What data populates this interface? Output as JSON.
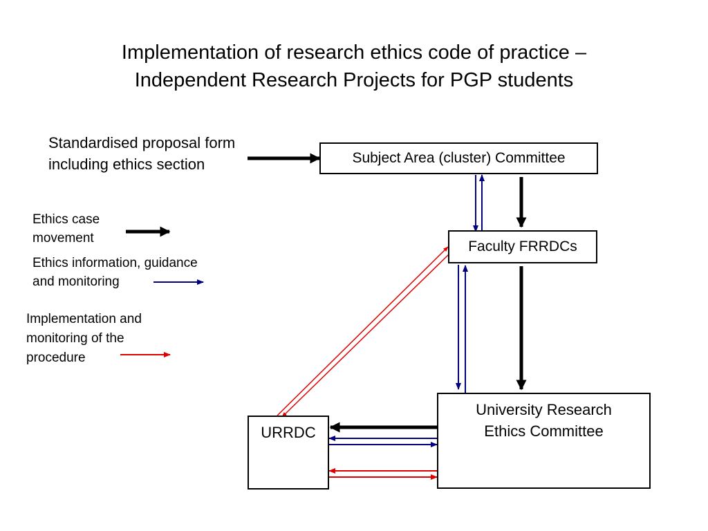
{
  "title": {
    "line1": "Implementation of research ethics code of practice –",
    "line2": "Independent Research Projects for PGP students"
  },
  "input": {
    "line1": "Standardised proposal form",
    "line2": "including ethics section"
  },
  "legend": {
    "case_movement": {
      "line1": "Ethics case",
      "line2": "movement",
      "color": "#000000"
    },
    "information": {
      "line1": "Ethics information, guidance",
      "line2": "and monitoring",
      "color": "#000080"
    },
    "implementation": {
      "line1": "Implementation and",
      "line2": "monitoring of the",
      "line3": "procedure",
      "color": "#e00000"
    }
  },
  "nodes": {
    "subject_area": "Subject Area (cluster) Committee",
    "faculty": "Faculty FRRDCs",
    "university": {
      "line1": "University Research",
      "line2": "Ethics Committee"
    },
    "urrdc": "URRDC"
  },
  "colors": {
    "case": "#000000",
    "info": "#000080",
    "impl": "#e00000"
  }
}
